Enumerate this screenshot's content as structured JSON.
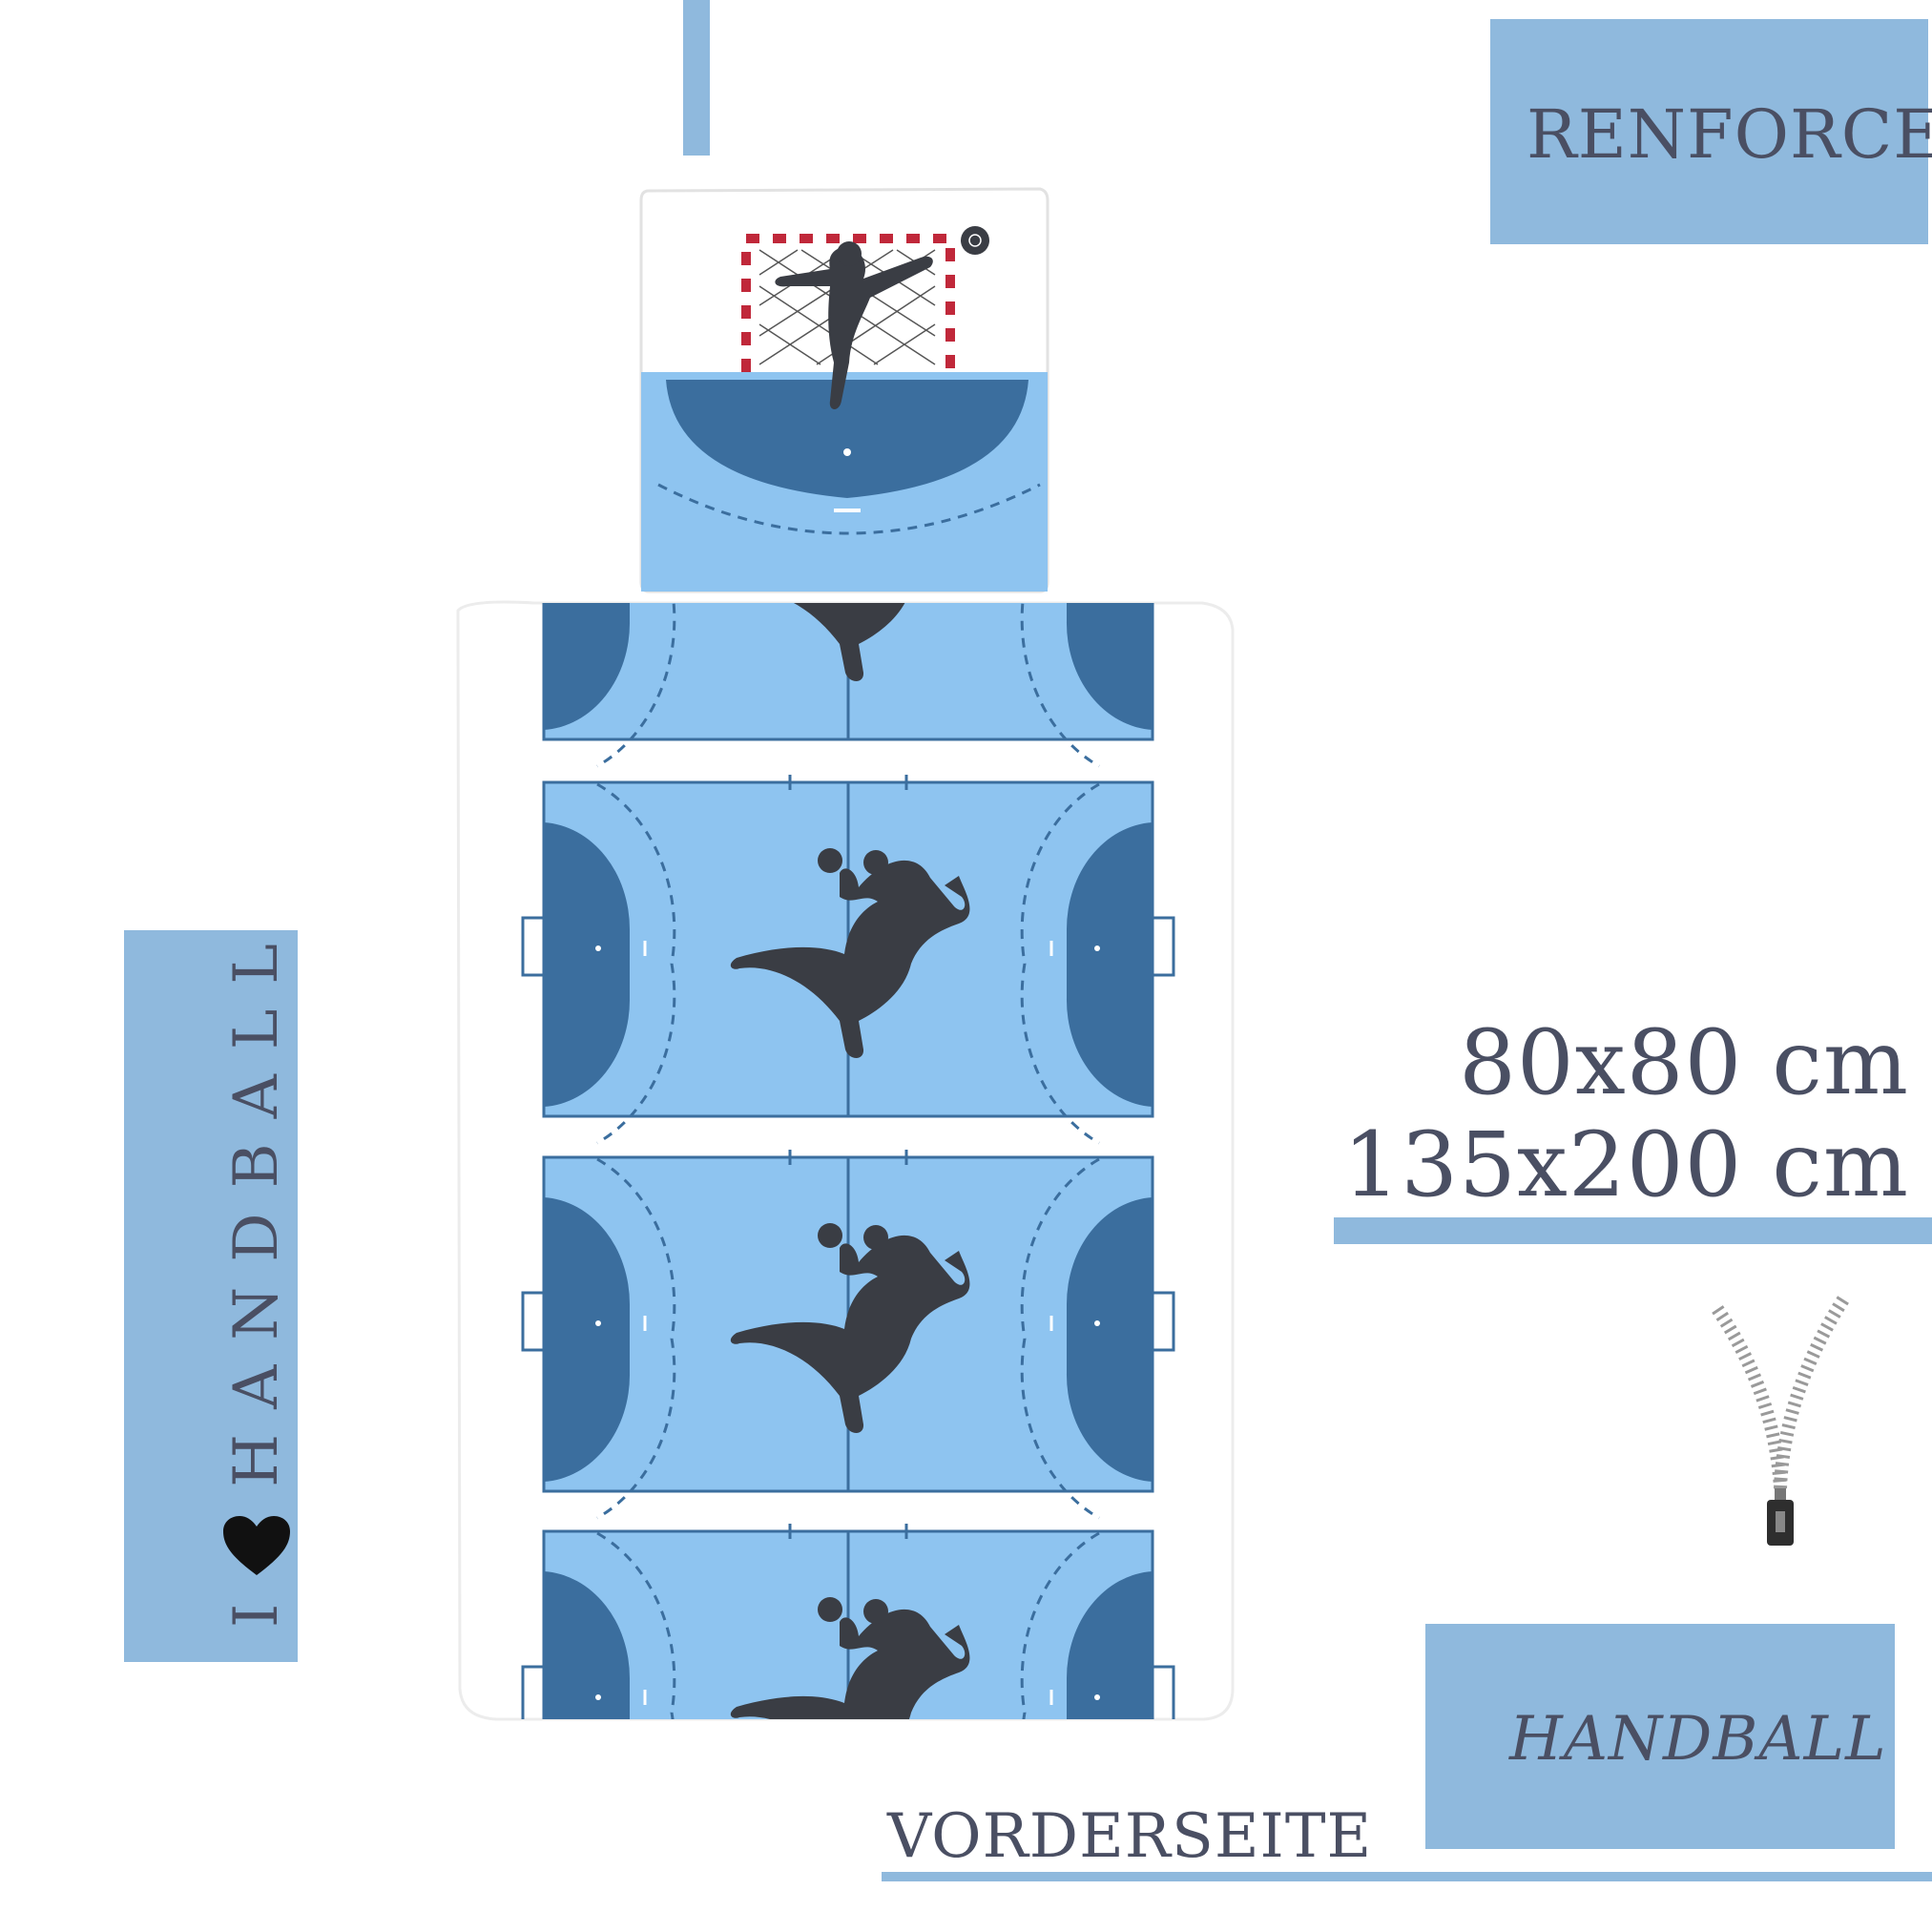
{
  "product": {
    "material_label": "RENFORCE",
    "sizes": [
      "80x80 cm",
      "135x200 cm"
    ],
    "design_label": "HANDBALL",
    "side_label": "VORDERSEITE",
    "slogan": {
      "letter_i": "I",
      "word": "HANDBALL",
      "heart_icon": "heart-icon"
    },
    "zipper_icon": "zipper-icon"
  },
  "colors": {
    "panel": "#8fb9dd",
    "text": "#4a4f63",
    "court_light": "#8ec4f0",
    "court_dark": "#3b6e9e",
    "silhouette": "#3a3d44",
    "goal_red": "#c0283a"
  }
}
